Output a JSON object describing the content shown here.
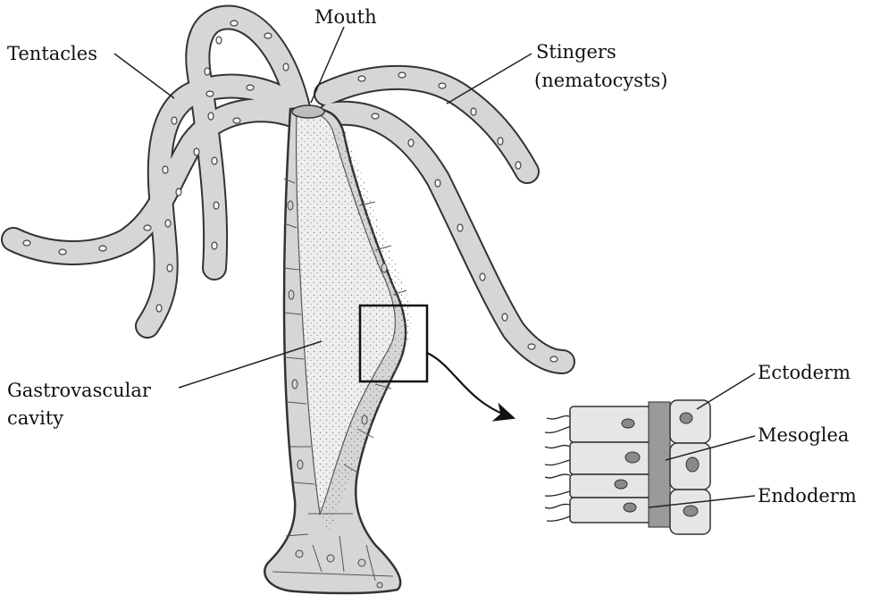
{
  "labels": {
    "mouth": "Mouth",
    "tentacles": "Tentacles",
    "stingers_line1": "Stingers",
    "stingers_line2": "(nematocysts)",
    "gastro_line1": "Gastrovascular",
    "gastro_line2": "cavity",
    "ectoderm": "Ectoderm",
    "mesoglea": "Mesoglea",
    "endoderm": "Endoderm"
  },
  "colors": {
    "body_fill": "#d6d6d6",
    "cavity_fill": "#eeeeee",
    "mesoglea_fill": "#9a9a9a",
    "outline": "#333333",
    "nucleus_fill": "#8a8a8a"
  }
}
